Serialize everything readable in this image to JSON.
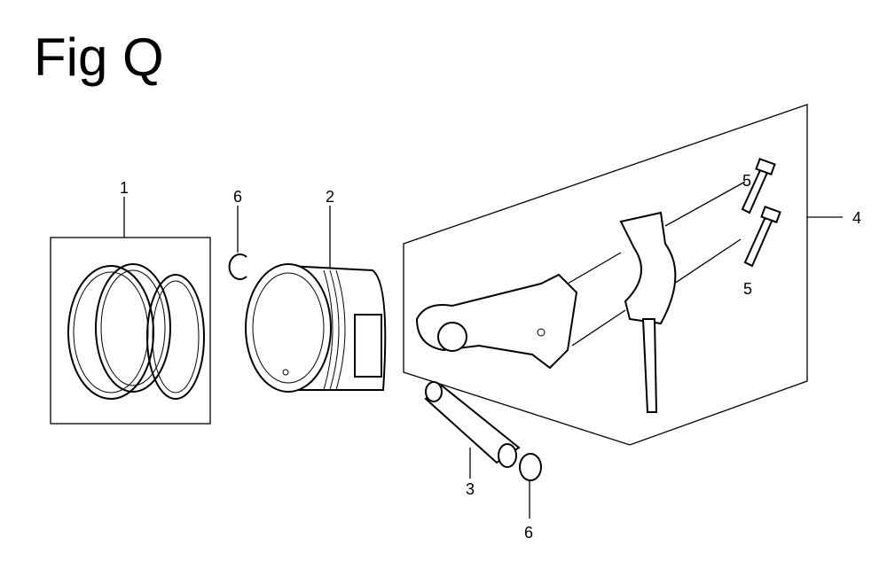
{
  "title": "Fig Q",
  "callouts": {
    "piston_rings": "1",
    "clip_top": "6",
    "piston": "2",
    "bolt_top": "5",
    "connecting_rod_assy": "4",
    "bolt_bottom": "5",
    "piston_pin": "3",
    "clip_bottom": "6"
  }
}
